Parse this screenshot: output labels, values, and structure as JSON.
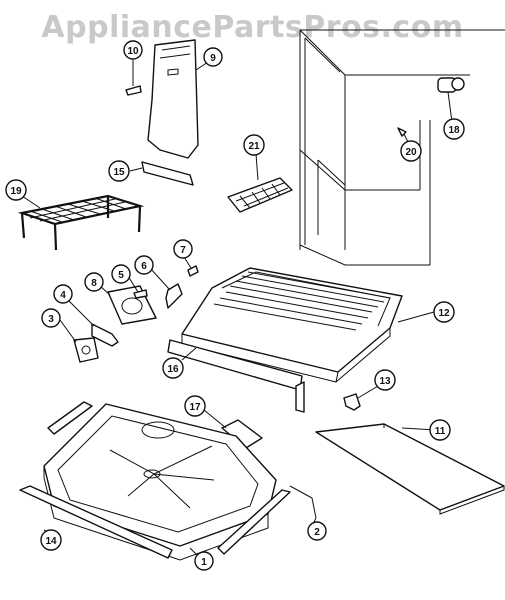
{
  "watermark": "AppliancePartsPros.com",
  "callouts": [
    {
      "id": "c1",
      "label": "1"
    },
    {
      "id": "c2",
      "label": "2"
    },
    {
      "id": "c3",
      "label": "3"
    },
    {
      "id": "c4",
      "label": "4"
    },
    {
      "id": "c5",
      "label": "5"
    },
    {
      "id": "c6",
      "label": "6"
    },
    {
      "id": "c7",
      "label": "7"
    },
    {
      "id": "c8",
      "label": "8"
    },
    {
      "id": "c9",
      "label": "9"
    },
    {
      "id": "c10",
      "label": "10"
    },
    {
      "id": "c11",
      "label": "11"
    },
    {
      "id": "c12",
      "label": "12"
    },
    {
      "id": "c13",
      "label": "13"
    },
    {
      "id": "c14",
      "label": "14"
    },
    {
      "id": "c15",
      "label": "15"
    },
    {
      "id": "c16",
      "label": "16"
    },
    {
      "id": "c17",
      "label": "17"
    },
    {
      "id": "c18",
      "label": "18"
    },
    {
      "id": "c19",
      "label": "19"
    },
    {
      "id": "c20",
      "label": "20"
    },
    {
      "id": "c21",
      "label": "21"
    }
  ]
}
